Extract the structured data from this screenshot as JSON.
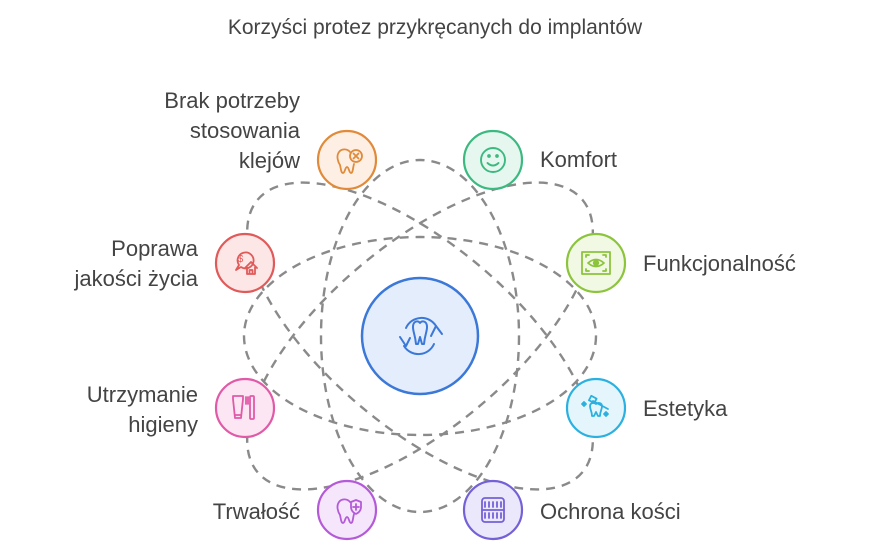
{
  "title": "Korzyści protez przykręcanych do implantów",
  "center": {
    "icon": "tooth-refresh-icon",
    "stroke": "#3b78d8",
    "fill": "#e4edfc"
  },
  "nodes": [
    {
      "id": "brak-klejow",
      "label_lines": [
        "Brak potrzeby",
        "stosowania",
        "klejów"
      ],
      "icon": "tooth-x-icon",
      "stroke": "#e08a3a",
      "fill": "#fdefe4",
      "side": "left"
    },
    {
      "id": "komfort",
      "label_lines": [
        "Komfort"
      ],
      "icon": "smiley-icon",
      "stroke": "#3cb980",
      "fill": "#e6f7ef",
      "side": "right"
    },
    {
      "id": "poprawa",
      "label_lines": [
        "Poprawa",
        "jakości życia"
      ],
      "icon": "money-house-icon",
      "stroke": "#e05a5a",
      "fill": "#fde6e6",
      "side": "left"
    },
    {
      "id": "funkcjonalnosc",
      "label_lines": [
        "Funkcjonalność"
      ],
      "icon": "eye-frame-icon",
      "stroke": "#8cc43c",
      "fill": "#f1f8e4",
      "side": "right"
    },
    {
      "id": "higiena",
      "label_lines": [
        "Utrzymanie",
        "higieny"
      ],
      "icon": "toothpaste-brush-icon",
      "stroke": "#e05aa8",
      "fill": "#fde6f3",
      "side": "left"
    },
    {
      "id": "estetyka",
      "label_lines": [
        "Estetyka"
      ],
      "icon": "tooth-sparkle-icon",
      "stroke": "#2bb0e0",
      "fill": "#e4f6fc",
      "side": "right"
    },
    {
      "id": "trwalosc",
      "label_lines": [
        "Trwałość"
      ],
      "icon": "tooth-shield-icon",
      "stroke": "#b45ad8",
      "fill": "#f5e6fc",
      "side": "left"
    },
    {
      "id": "ochrona",
      "label_lines": [
        "Ochrona kości"
      ],
      "icon": "dentures-icon",
      "stroke": "#7461d8",
      "fill": "#ebe8fb",
      "side": "right"
    }
  ],
  "connector_color": "#8a8a8a"
}
